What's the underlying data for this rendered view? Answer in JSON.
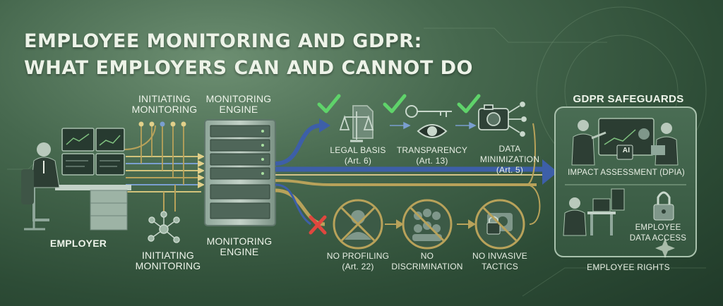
{
  "title": {
    "line1": "EMPLOYEE MONITORING AND GDPR:",
    "line2": "WHAT EMPLOYERS CAN AND CANNOT DO"
  },
  "nodes": {
    "initiating_top": "INITIATING\nMONITORING",
    "engine_top": "MONITORING\nENGINE",
    "employer": "EMPLOYER",
    "initiating_bottom": "INITIATING\nMONITORING",
    "engine_bottom": "MONITORING\nENGINE"
  },
  "allowed": [
    {
      "name": "LEGAL BASIS",
      "ref": "(Art. 6)",
      "icon": "scales-icon"
    },
    {
      "name": "TRANSPARENCY",
      "ref": "(Art. 13)",
      "icon": "eye-key-icon"
    },
    {
      "name": "DATA\nMINIMIZATION",
      "ref": "(Art. 5)",
      "icon": "camera-icon"
    }
  ],
  "prohibited": [
    {
      "name": "NO PROFILING",
      "ref": "(Art. 22)",
      "icon": "profiling-blocked-icon"
    },
    {
      "name": "NO\nDISCRIMINATION",
      "ref": "",
      "icon": "group-blocked-icon"
    },
    {
      "name": "NO INVASIVE\nTACTICS",
      "ref": "",
      "icon": "camera-lock-blocked-icon"
    }
  ],
  "safeguards": {
    "heading": "GDPR SAFEGUARDS",
    "impact": "IMPACT ASSESSMENT (DPIA)",
    "access": "EMPLOYEE\nDATA ACCESS",
    "rights": "EMPLOYEE RIGHTS",
    "ai_chip": "AI"
  },
  "colors": {
    "check": "#5fd36a",
    "cross": "#e0473e",
    "flow_blue": "#3d5fa8",
    "flow_gold": "#b8a25a",
    "panel": "#3c5f47"
  }
}
